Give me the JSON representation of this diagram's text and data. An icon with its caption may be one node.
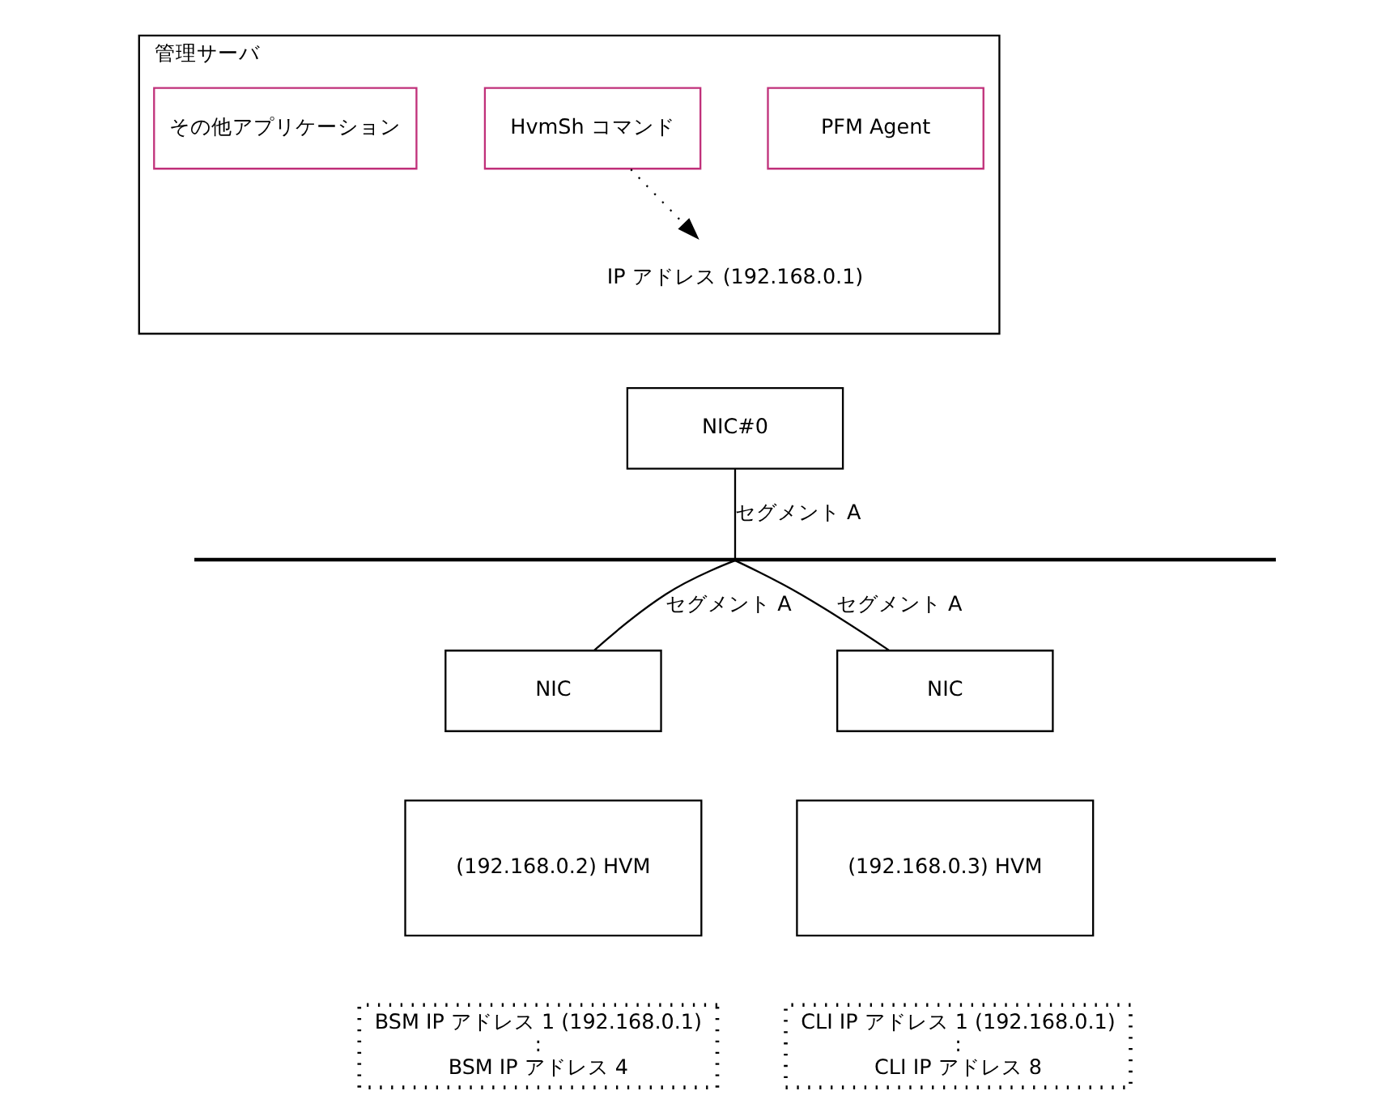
{
  "diagram": {
    "nodes": [
      {
        "text": [
          "管理サーバ"
        ]
      },
      {
        "text": [
          "PFM Agent"
        ],
        "in": 0
      },
      {
        "text": [
          "HvmSh コマンド"
        ],
        "in": 0
      },
      {
        "text": [
          "その他アプリケーション"
        ],
        "in": 0
      },
      {
        "text": [
          "IP アドレス (192.168.0.1)"
        ],
        "in": 0
      },
      {
        "text": [
          "NIC#0"
        ]
      },
      {
        "text": [],
        "shape": "bar"
      },
      {
        "text": [
          "NIC"
        ]
      },
      {
        "text": [
          "(192.168.0.2) HVM"
        ]
      },
      {
        "text": [
          "NIC"
        ]
      },
      {
        "text": [
          "(192.168.0.3) HVM"
        ]
      },
      {
        "text": [
          "BSM IP アドレス 1 (192.168.0.1)",
          ":",
          "BSM IP アドレス 4"
        ]
      },
      {
        "text": [
          "CLI IP アドレス 1 (192.168.0.1)",
          ":",
          "CLI IP アドレス 8"
        ]
      }
    ],
    "edges": [
      {
        "from": 2,
        "to": 4,
        "arrow": "to",
        "style": "dashed"
      },
      {
        "from": 5,
        "to": 6,
        "arrow": "none",
        "label": "セグメント A"
      },
      {
        "from": 6,
        "to": 7,
        "arrow": "none",
        "label": "セグメント A"
      },
      {
        "from": 6,
        "to": 9,
        "arrow": "none",
        "label": "セグメント A"
      }
    ]
  }
}
